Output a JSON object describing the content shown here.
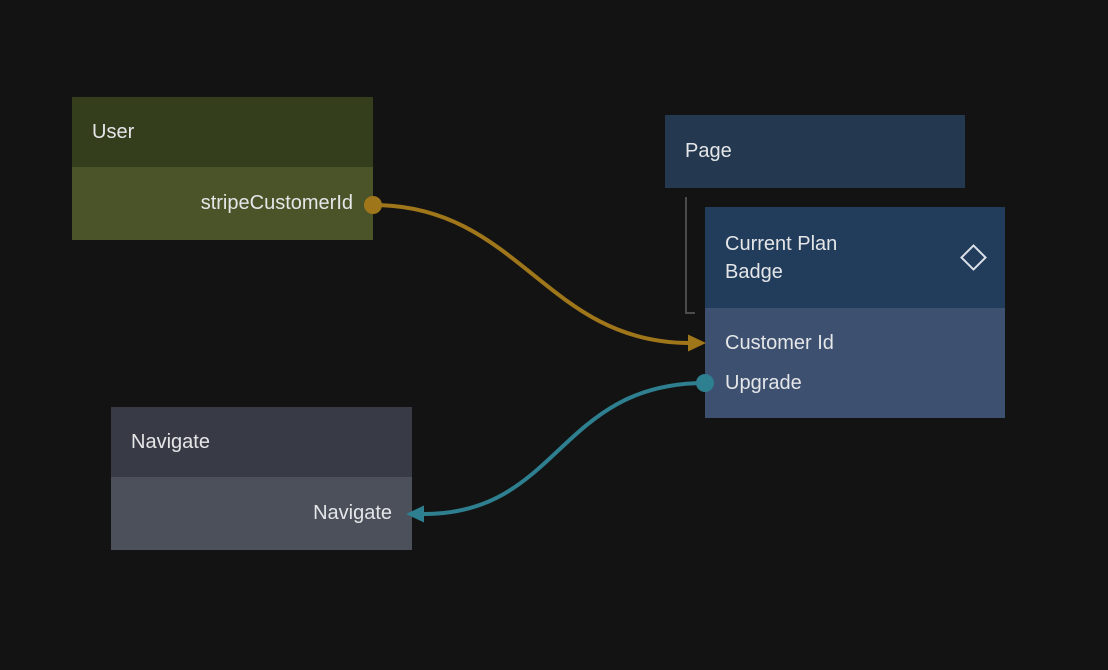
{
  "canvas": {
    "background_color": "#131313"
  },
  "nodes": {
    "user": {
      "title": "User",
      "header_color": "#343e1d",
      "body_color": "#4a5428",
      "outputs": [
        {
          "label": "stripeCustomerId",
          "port_color": "#a0761b"
        }
      ]
    },
    "page": {
      "title": "Page",
      "header_color": "#24384f"
    },
    "current_plan_badge": {
      "title": "Current Plan Badge",
      "icon": "diamond-icon",
      "header_color": "#223c5b",
      "body_color": "#3d5070",
      "inputs": [
        {
          "label": "Customer Id",
          "connected_color": "#a0761b"
        },
        {
          "label": "Upgrade",
          "port_color": "#2e7f8f"
        }
      ]
    },
    "navigate": {
      "title": "Navigate",
      "header_color": "#383b45",
      "body_color": "#4c505a",
      "inputs": [
        {
          "label": "Navigate",
          "connected_color": "#2e7f8f"
        }
      ]
    }
  },
  "edges": [
    {
      "from_node": "User",
      "from_port": "stripeCustomerId",
      "to_node": "Current Plan Badge",
      "to_port": "Customer Id",
      "color": "#a0761b"
    },
    {
      "from_node": "Current Plan Badge",
      "from_port": "Upgrade",
      "to_node": "Navigate",
      "to_port": "Navigate",
      "color": "#2e7f8f"
    }
  ],
  "hierarchy": [
    {
      "parent": "Page",
      "child": "Current Plan Badge",
      "line_color": "#4b4b4b"
    }
  ]
}
